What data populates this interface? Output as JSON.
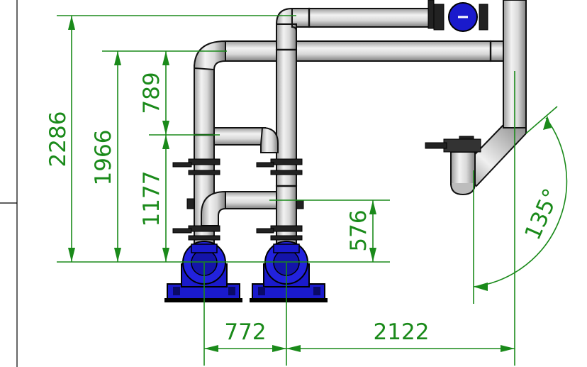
{
  "dimensions": {
    "d2286": "2286",
    "d1966": "1966",
    "d789": "789",
    "d1177": "1177",
    "d576": "576",
    "d772": "772",
    "d2122": "2122",
    "angle": "135°"
  },
  "colors": {
    "dimension": "#1a8a1a",
    "pipe_light": "#e6e6e6",
    "pipe_dark": "#8c8c8c",
    "pump_blue": "#1a1acc",
    "outline": "#111111"
  }
}
